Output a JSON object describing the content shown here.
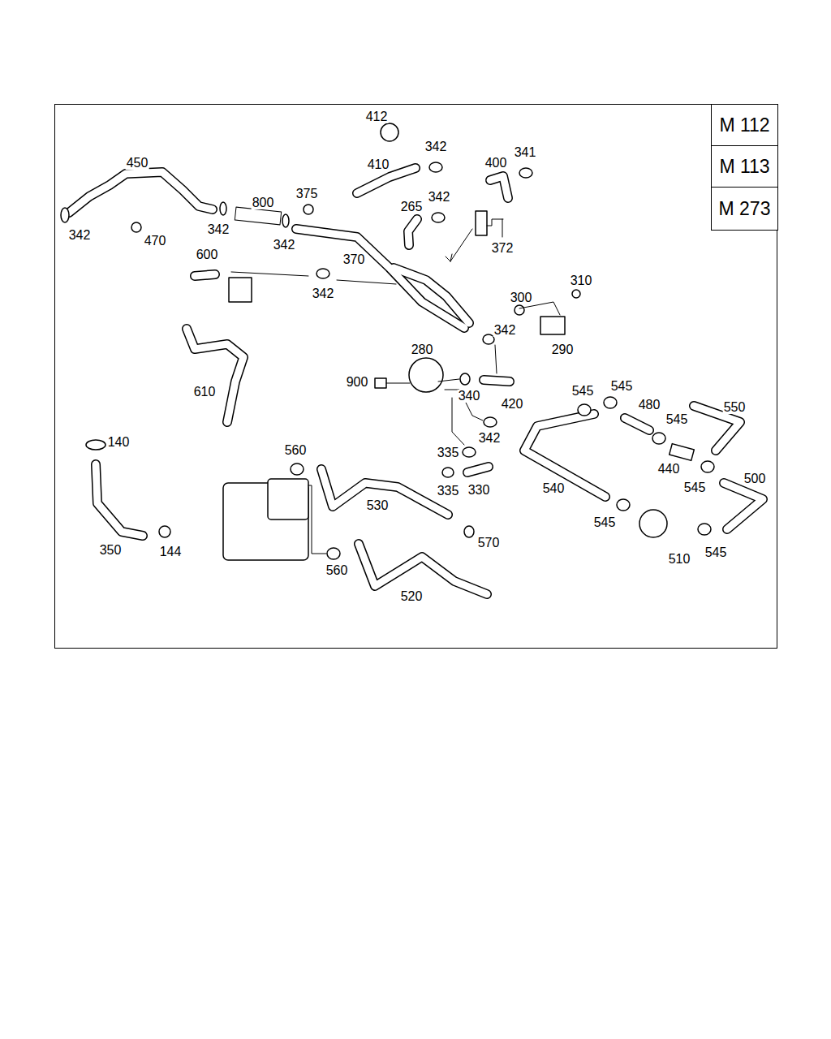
{
  "diagram": {
    "nodes": [
      {
        "text": [
          "M 112"
        ]
      },
      {
        "text": [
          "M 113"
        ]
      },
      {
        "text": [
          "M 273"
        ]
      }
    ],
    "labels": [
      "412",
      "342",
      "450",
      "410",
      "400",
      "341",
      "342",
      "375",
      "800",
      "265",
      "342",
      "342",
      "470",
      "342",
      "372",
      "600",
      "370",
      "342",
      "300",
      "310",
      "342",
      "290",
      "280",
      "900",
      "340",
      "420",
      "545",
      "545",
      "480",
      "550",
      "545",
      "610",
      "342",
      "140",
      "560",
      "335",
      "440",
      "545",
      "500",
      "540",
      "335",
      "330",
      "530",
      "545",
      "570",
      "350",
      "144",
      "510",
      "545",
      "560",
      "520"
    ]
  }
}
